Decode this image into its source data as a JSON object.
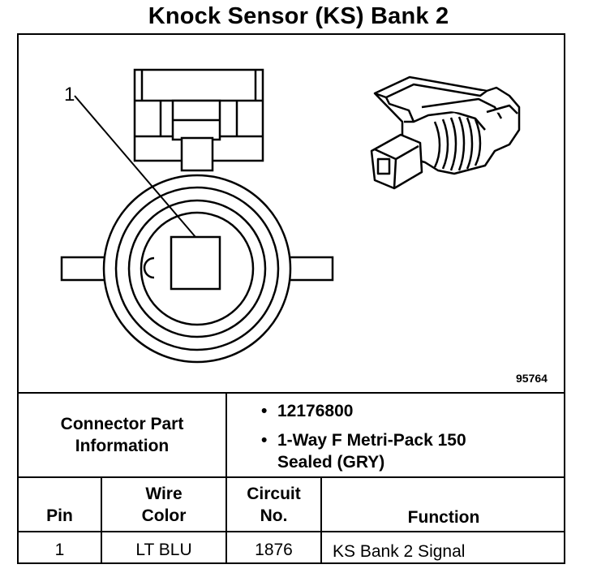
{
  "title": "Knock Sensor (KS) Bank 2",
  "diagram": {
    "callout_label": "1",
    "figure_number": "95764"
  },
  "connector_info": {
    "label_line1": "Connector Part",
    "label_line2": "Information",
    "bullets": [
      "12176800",
      "1-Way F Metri-Pack 150",
      "Sealed (GRY)"
    ]
  },
  "table": {
    "headers": {
      "pin": "Pin",
      "wire_color_line1": "Wire",
      "wire_color_line2": "Color",
      "circuit_line1": "Circuit",
      "circuit_line2": "No.",
      "function": "Function"
    },
    "rows": [
      {
        "pin": "1",
        "wire_color": "LT BLU",
        "circuit": "1876",
        "function": "KS Bank 2 Signal"
      }
    ]
  }
}
